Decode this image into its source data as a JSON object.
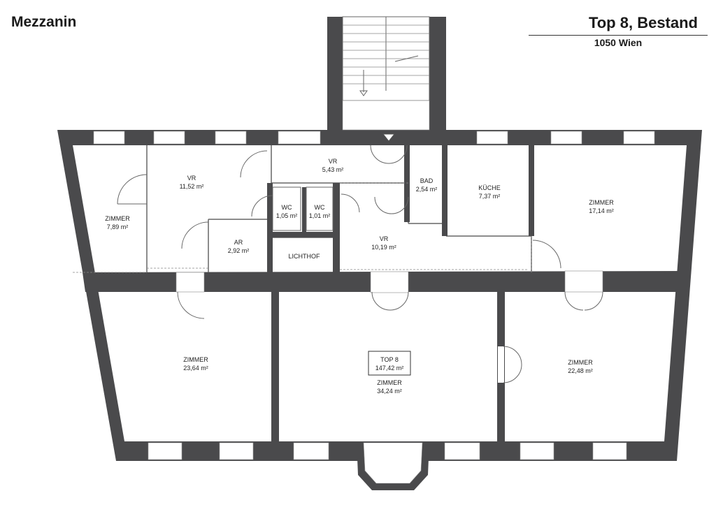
{
  "header": {
    "floor": "Mezzanin",
    "title": "Top 8, Bestand",
    "city": "1050 Wien"
  },
  "colors": {
    "wall": "#4a4a4c",
    "window": "#ffffff",
    "line": "#555555"
  },
  "unit": {
    "name": "TOP 8",
    "area": "147,42 m²"
  },
  "rooms": {
    "zimmer_left_small": {
      "name": "ZIMMER",
      "area": "7,89 m²"
    },
    "vr_left": {
      "name": "VR",
      "area": "11,52 m²"
    },
    "vr_top": {
      "name": "VR",
      "area": "5,43 m²"
    },
    "bad": {
      "name": "BAD",
      "area": "2,54 m²"
    },
    "kueche": {
      "name": "KÜCHE",
      "area": "7,37 m²"
    },
    "zimmer_right_top": {
      "name": "ZIMMER",
      "area": "17,14 m²"
    },
    "wc1": {
      "name": "WC",
      "area": "1,05 m²"
    },
    "wc2": {
      "name": "WC",
      "area": "1,01 m²"
    },
    "ar": {
      "name": "AR",
      "area": "2,92 m²"
    },
    "lichthof": {
      "name": "LICHTHOF"
    },
    "vr_center": {
      "name": "VR",
      "area": "10,19 m²"
    },
    "zimmer_bottom_left": {
      "name": "ZIMMER",
      "area": "23,64 m²"
    },
    "zimmer_bottom_center": {
      "name": "ZIMMER",
      "area": "34,24 m²"
    },
    "zimmer_bottom_right": {
      "name": "ZIMMER",
      "area": "22,48 m²"
    }
  }
}
